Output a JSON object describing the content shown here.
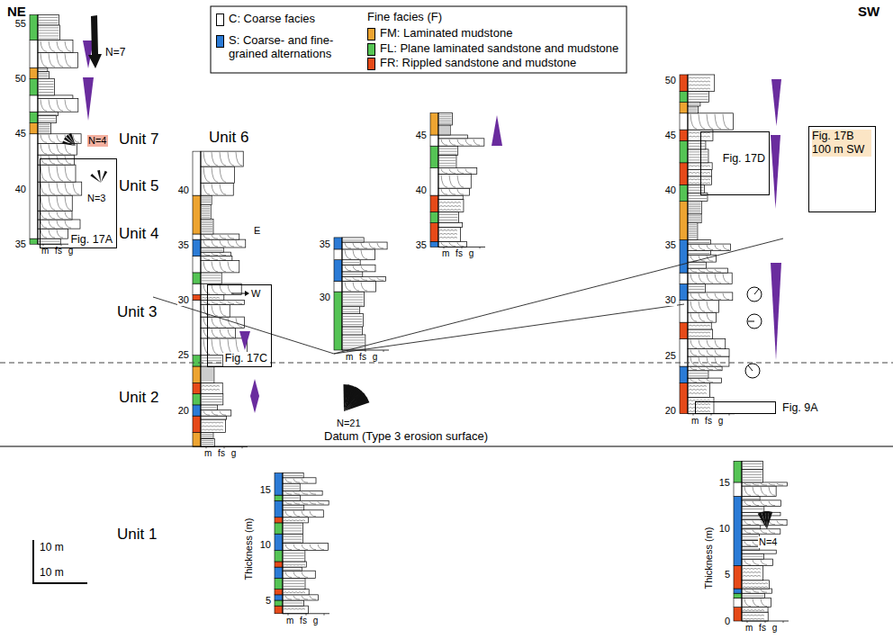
{
  "diagram": {
    "nodes": [
      {
        "text": [
          "Unit 7"
        ]
      },
      {
        "text": [
          "Unit 6"
        ]
      },
      {
        "text": [
          "Unit 4"
        ]
      },
      {
        "text": [
          "Unit 3"
        ]
      },
      {
        "text": [
          "Unit 1"
        ]
      },
      {
        "text": [
          "Fig. 17A"
        ]
      },
      {
        "text": [
          "Fig. 17C"
        ]
      },
      {
        "text": [
          "Fig. 17D"
        ]
      },
      {
        "text": [
          "Fig. 17B 100 m SW"
        ]
      },
      {
        "text": [
          "Fig. 9A"
        ]
      }
    ],
    "labels": [
      "NE",
      "SW",
      "Fine facies (F)",
      "N=7",
      "N=4",
      "N=3",
      "Unit 5",
      "Unit 2",
      "E",
      "W",
      "Datum (Type 3 erosion surface)",
      "N=21",
      "N=4",
      "10 m",
      "10 m",
      "Thickness (m)",
      "Thickness (m)",
      "55",
      "50",
      "45",
      "40",
      "35",
      "40",
      "35",
      "30",
      "25",
      "20",
      "35",
      "30",
      "45",
      "40",
      "35",
      "50",
      "45",
      "40",
      "35",
      "30",
      "25",
      "20",
      "15",
      "10",
      "5",
      "15",
      "10",
      "5",
      "0",
      "m fs g",
      "m fs g",
      "m fs g",
      "m fs g",
      "m fs g",
      "m fs g",
      "m fs g"
    ],
    "legend": [
      {
        "text": "C: Coarse facies",
        "color": "#ffffff"
      },
      {
        "text": "S: Coarse- and fine-grained alternations",
        "color": "#2b7bd6"
      },
      {
        "text": "FM: Laminated mudstone",
        "color": "#eda431"
      },
      {
        "text": "FL: Plane laminated sandstone and mudstone",
        "color": "#55c455"
      },
      {
        "text": "FR: Rippled sandstone and mudstone",
        "color": "#e64a19"
      }
    ]
  }
}
